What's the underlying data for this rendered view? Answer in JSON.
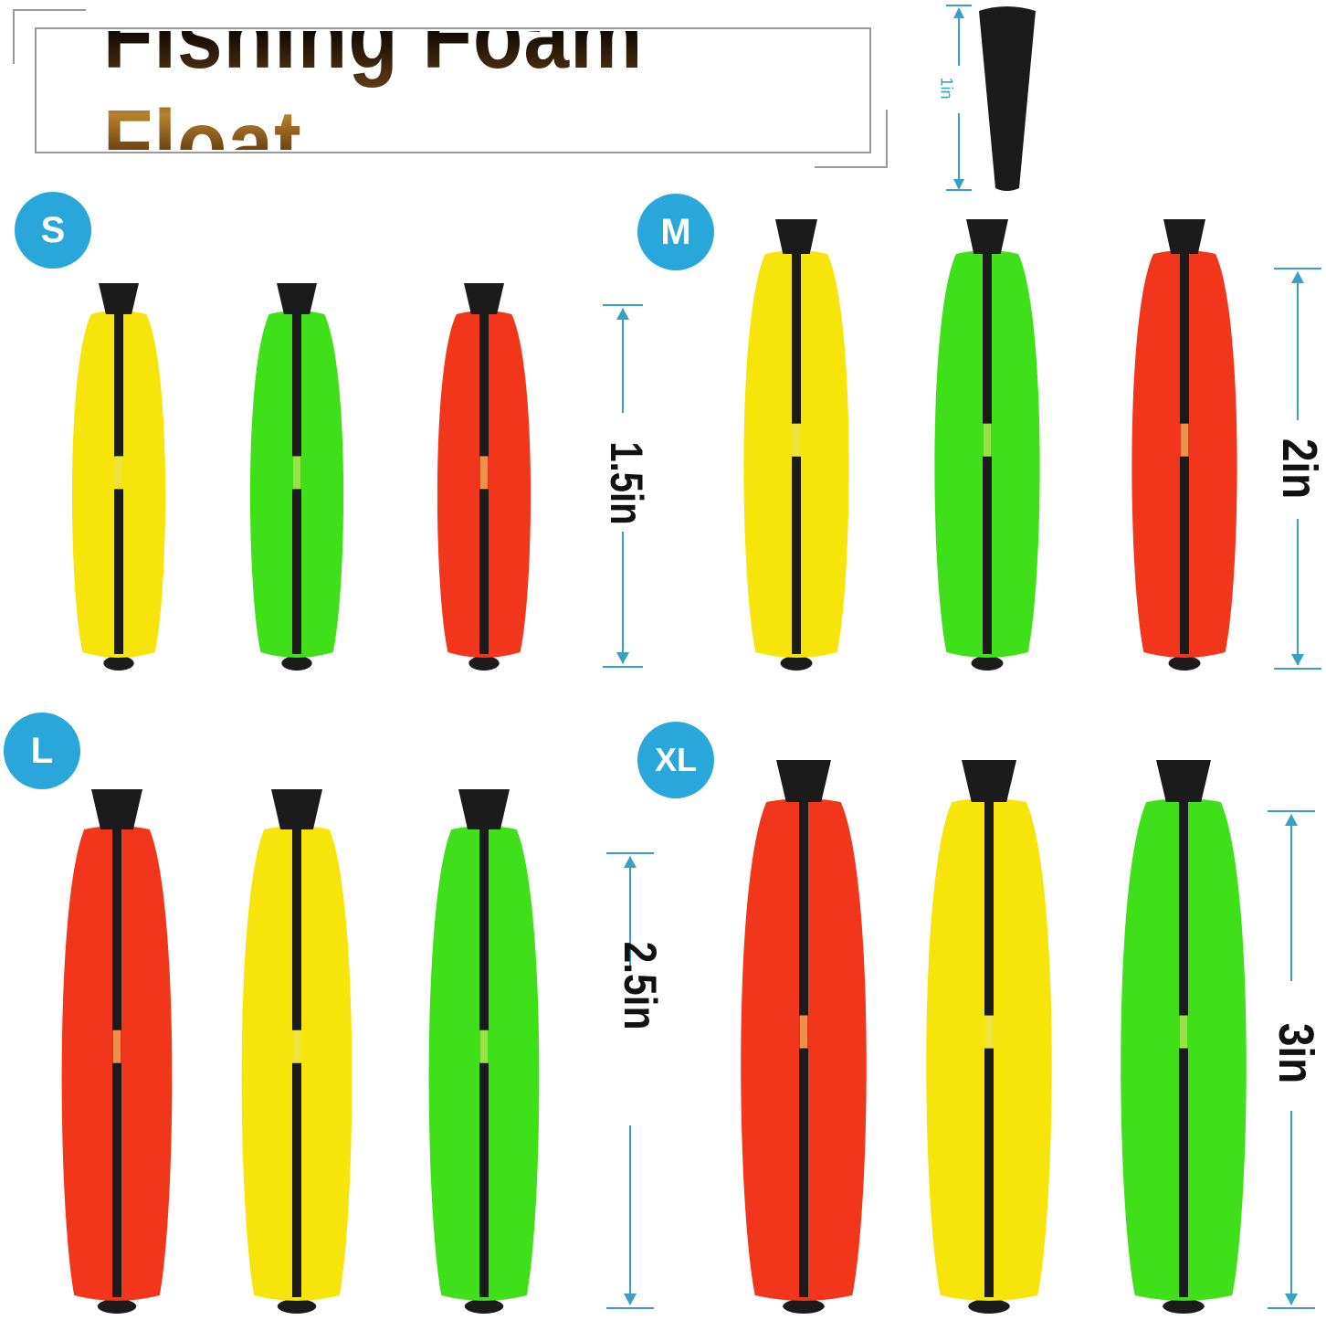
{
  "title": "Fishing Foam Float",
  "cone_dimension": "1in",
  "groups": [
    {
      "size": "S",
      "dimension": "1.5in",
      "colors": [
        "yellow",
        "green",
        "red"
      ]
    },
    {
      "size": "M",
      "dimension": "2in",
      "colors": [
        "yellow",
        "green",
        "red"
      ]
    },
    {
      "size": "L",
      "dimension": "2.5in",
      "colors": [
        "red",
        "yellow",
        "green"
      ]
    },
    {
      "size": "XL",
      "dimension": "3in",
      "colors": [
        "red",
        "yellow",
        "green"
      ]
    }
  ],
  "palette": {
    "yellow": "#f6e40a",
    "green": "#3fe01a",
    "red": "#f2361b",
    "peg": "#1b1b1b",
    "badge": "#2aa7da",
    "dimension_line": "#3a9fc4"
  }
}
